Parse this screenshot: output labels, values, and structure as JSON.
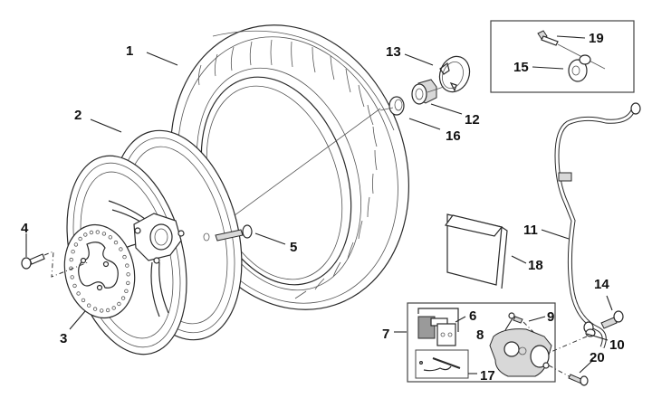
{
  "diagram": {
    "type": "exploded-parts-diagram",
    "subject": "rear wheel assembly",
    "callouts": [
      {
        "id": "1",
        "part": "tyre"
      },
      {
        "id": "2",
        "part": "wheel-rim"
      },
      {
        "id": "3",
        "part": "brake-disc"
      },
      {
        "id": "4",
        "part": "disc-screw"
      },
      {
        "id": "5",
        "part": "tyre-valve"
      },
      {
        "id": "6",
        "part": "brake-pads"
      },
      {
        "id": "7",
        "part": "pad-kit"
      },
      {
        "id": "8",
        "part": "bleed-cap"
      },
      {
        "id": "9",
        "part": "bleed-screw"
      },
      {
        "id": "10",
        "part": "washer"
      },
      {
        "id": "11",
        "part": "brake-hose"
      },
      {
        "id": "12",
        "part": "axle-nut"
      },
      {
        "id": "13",
        "part": "hub-cap"
      },
      {
        "id": "14",
        "part": "banjo-bolt"
      },
      {
        "id": "15",
        "part": "hose-clamp"
      },
      {
        "id": "16",
        "part": "washer"
      },
      {
        "id": "17",
        "part": "pin-kit"
      },
      {
        "id": "18",
        "part": "instruction-sheet"
      },
      {
        "id": "19",
        "part": "clamp-screw"
      },
      {
        "id": "20",
        "part": "caliper-screw"
      }
    ]
  },
  "labels": {
    "n1": "1",
    "n2": "2",
    "n3": "3",
    "n4": "4",
    "n5": "5",
    "n6": "6",
    "n7": "7",
    "n8": "8",
    "n9": "9",
    "n10": "10",
    "n11": "11",
    "n12": "12",
    "n13": "13",
    "n14": "14",
    "n15": "15",
    "n16": "16",
    "n17": "17",
    "n18": "18",
    "n19": "19",
    "n20": "20"
  }
}
